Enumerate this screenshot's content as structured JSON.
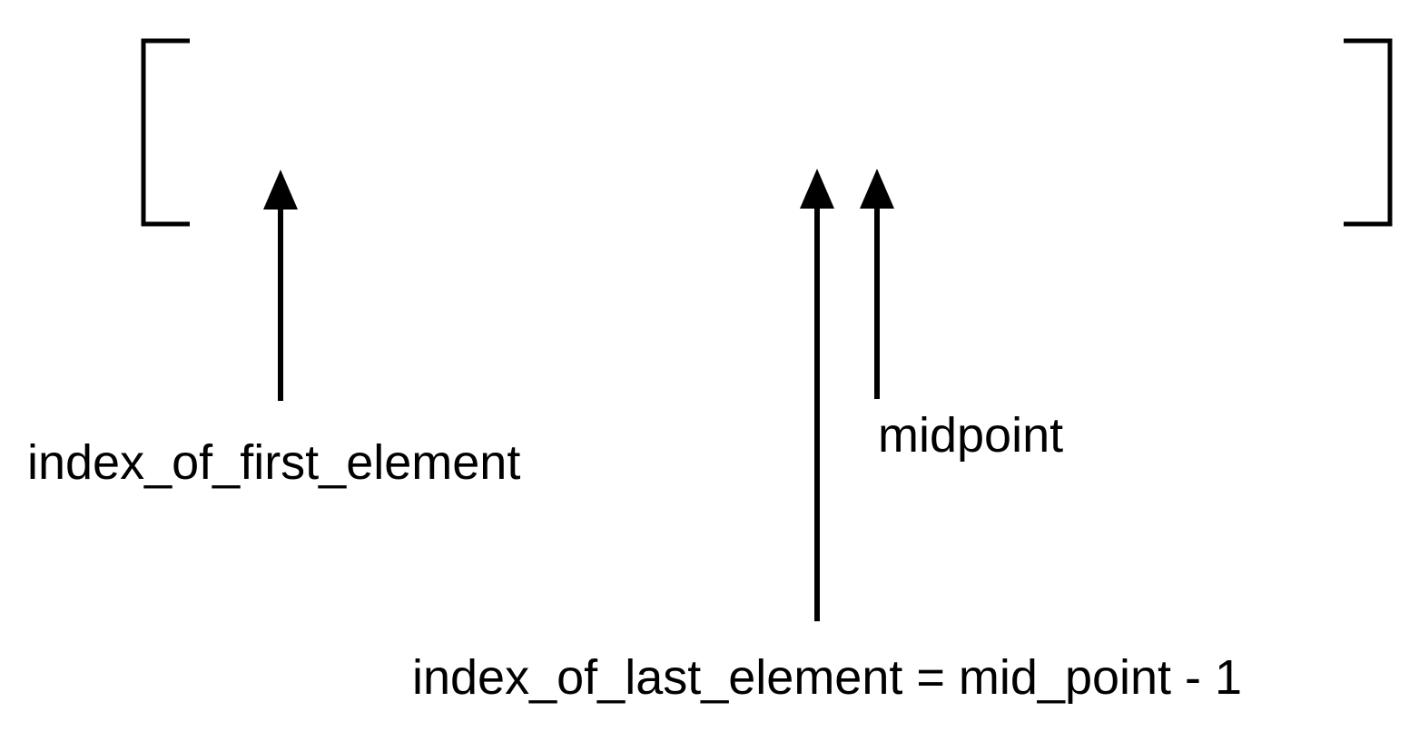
{
  "labels": {
    "first": "index_of_first_element",
    "midpoint": "midpoint",
    "last": "index_of_last_element = mid_point - 1"
  },
  "colors": {
    "ink": "#000000",
    "background": "#ffffff"
  }
}
